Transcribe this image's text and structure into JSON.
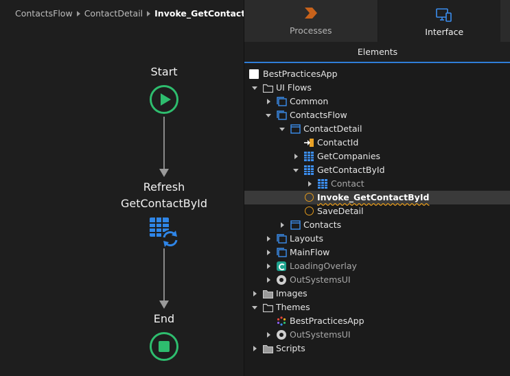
{
  "breadcrumb": {
    "items": [
      "ContactsFlow",
      "ContactDetail"
    ],
    "current": "Invoke_GetContactById"
  },
  "flow": {
    "start_label": "Start",
    "refresh_label_line1": "Refresh",
    "refresh_label_line2": "GetContactById",
    "end_label": "End",
    "accent_color": "#2ebd6e",
    "refresh_icon_color": "#2f86e8"
  },
  "tabs": {
    "processes_label": "Processes",
    "interface_label": "Interface",
    "processes_icon": "chevron-process-icon",
    "interface_icon": "monitor-device-icon"
  },
  "panel": {
    "subheader": "Elements"
  },
  "tree": {
    "items": [
      {
        "label": "BestPracticesApp",
        "icon": "app-icon"
      },
      {
        "label": "UI Flows",
        "icon": "folder-icon"
      },
      {
        "label": "Common",
        "icon": "ui-flow-icon"
      },
      {
        "label": "ContactsFlow",
        "icon": "ui-flow-icon"
      },
      {
        "label": "ContactDetail",
        "icon": "screen-icon"
      },
      {
        "label": "ContactId",
        "icon": "input-parameter-icon"
      },
      {
        "label": "GetCompanies",
        "icon": "aggregate-icon"
      },
      {
        "label": "GetContactById",
        "icon": "aggregate-icon"
      },
      {
        "label": "Contact",
        "icon": "entity-icon"
      },
      {
        "label": "Invoke_GetContactById",
        "icon": "action-icon"
      },
      {
        "label": "SaveDetail",
        "icon": "action-icon"
      },
      {
        "label": "Contacts",
        "icon": "screen-icon"
      },
      {
        "label": "Layouts",
        "icon": "ui-flow-icon"
      },
      {
        "label": "MainFlow",
        "icon": "ui-flow-icon"
      },
      {
        "label": "LoadingOverlay",
        "icon": "loading-overlay-icon"
      },
      {
        "label": "OutSystemsUI",
        "icon": "module-reference-icon"
      },
      {
        "label": "Images",
        "icon": "folder-icon"
      },
      {
        "label": "Themes",
        "icon": "folder-icon"
      },
      {
        "label": "BestPracticesApp",
        "icon": "theme-icon"
      },
      {
        "label": "OutSystemsUI",
        "icon": "module-reference-icon"
      },
      {
        "label": "Scripts",
        "icon": "folder-icon"
      }
    ]
  }
}
